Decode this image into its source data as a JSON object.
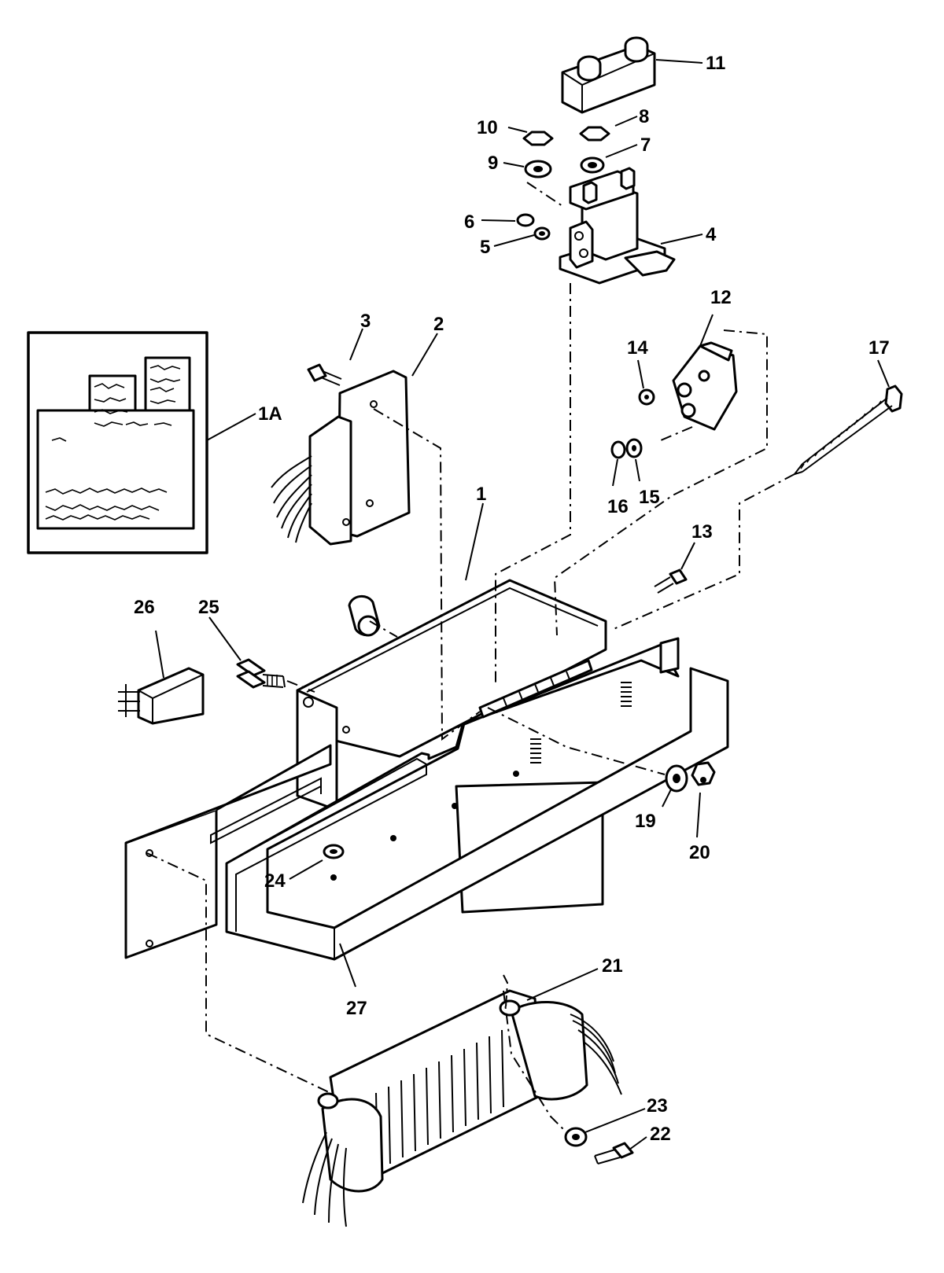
{
  "diagram": {
    "callouts": [
      {
        "id": "1A",
        "label": "1A"
      },
      {
        "id": "1",
        "label": "1"
      },
      {
        "id": "2",
        "label": "2"
      },
      {
        "id": "3",
        "label": "3"
      },
      {
        "id": "4",
        "label": "4"
      },
      {
        "id": "5",
        "label": "5"
      },
      {
        "id": "6",
        "label": "6"
      },
      {
        "id": "7",
        "label": "7"
      },
      {
        "id": "8",
        "label": "8"
      },
      {
        "id": "9",
        "label": "9"
      },
      {
        "id": "10",
        "label": "10"
      },
      {
        "id": "11",
        "label": "11"
      },
      {
        "id": "12",
        "label": "12"
      },
      {
        "id": "13",
        "label": "13"
      },
      {
        "id": "14",
        "label": "14"
      },
      {
        "id": "15",
        "label": "15"
      },
      {
        "id": "16",
        "label": "16"
      },
      {
        "id": "17",
        "label": "17"
      },
      {
        "id": "19",
        "label": "19"
      },
      {
        "id": "20",
        "label": "20"
      },
      {
        "id": "21",
        "label": "21"
      },
      {
        "id": "22",
        "label": "22"
      },
      {
        "id": "23",
        "label": "23"
      },
      {
        "id": "24",
        "label": "24"
      },
      {
        "id": "25",
        "label": "25"
      },
      {
        "id": "26",
        "label": "26"
      },
      {
        "id": "27",
        "label": "27"
      }
    ]
  }
}
